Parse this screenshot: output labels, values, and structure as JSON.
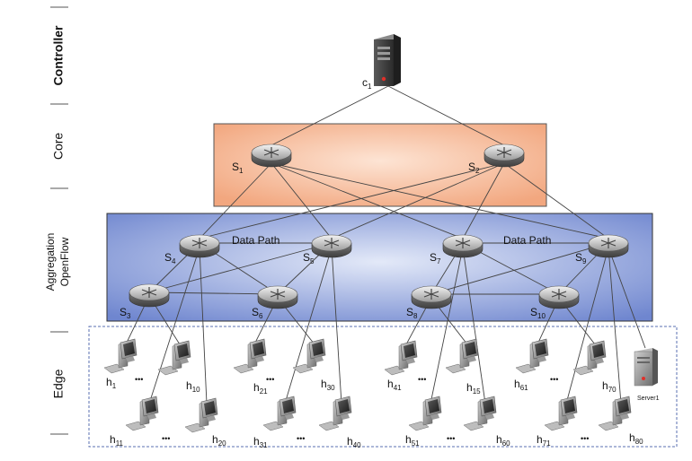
{
  "layers": {
    "controller": "Controller",
    "core": "Core",
    "aggregation": "Aggregation",
    "openflow": "OpenFlow",
    "edge": "Edge"
  },
  "controller": {
    "name": "c",
    "sub": "1"
  },
  "data_path_left": "Data Path",
  "data_path_right": "Data Path",
  "switches": [
    {
      "id": "s1",
      "name": "S",
      "sub": "1"
    },
    {
      "id": "s2",
      "name": "S",
      "sub": "2"
    },
    {
      "id": "s3",
      "name": "S",
      "sub": "3"
    },
    {
      "id": "s4",
      "name": "S",
      "sub": "4"
    },
    {
      "id": "s5",
      "name": "S",
      "sub": "5"
    },
    {
      "id": "s6",
      "name": "S",
      "sub": "6"
    },
    {
      "id": "s7",
      "name": "S",
      "sub": "7"
    },
    {
      "id": "s8",
      "name": "S",
      "sub": "8"
    },
    {
      "id": "s9",
      "name": "S",
      "sub": "9"
    },
    {
      "id": "s10",
      "name": "S",
      "sub": "10"
    }
  ],
  "hosts": [
    {
      "id": "h1",
      "name": "h",
      "sub": "1"
    },
    {
      "id": "h10",
      "name": "h",
      "sub": "10"
    },
    {
      "id": "h21",
      "name": "h",
      "sub": "21"
    },
    {
      "id": "h30",
      "name": "h",
      "sub": "30"
    },
    {
      "id": "h41",
      "name": "h",
      "sub": "41"
    },
    {
      "id": "h15",
      "name": "h",
      "sub": "15"
    },
    {
      "id": "h61",
      "name": "h",
      "sub": "61"
    },
    {
      "id": "h70",
      "name": "h",
      "sub": "70"
    },
    {
      "id": "h11",
      "name": "h",
      "sub": "11"
    },
    {
      "id": "h20",
      "name": "h",
      "sub": "20"
    },
    {
      "id": "h31",
      "name": "h",
      "sub": "31"
    },
    {
      "id": "h40",
      "name": "h",
      "sub": "40"
    },
    {
      "id": "h51",
      "name": "h",
      "sub": "51"
    },
    {
      "id": "h60",
      "name": "h",
      "sub": "60"
    },
    {
      "id": "h71",
      "name": "h",
      "sub": "71"
    },
    {
      "id": "h80",
      "name": "h",
      "sub": "80"
    }
  ],
  "server": "Server1",
  "ellipsis": "•••",
  "colors": {
    "core_fill_edge": "#f2a77f",
    "core_fill_center": "#fde4d4",
    "aggregation_fill_edge": "#6f86cf",
    "aggregation_fill_center": "#e3e9f8",
    "edge_border": "#5a6fb0"
  }
}
